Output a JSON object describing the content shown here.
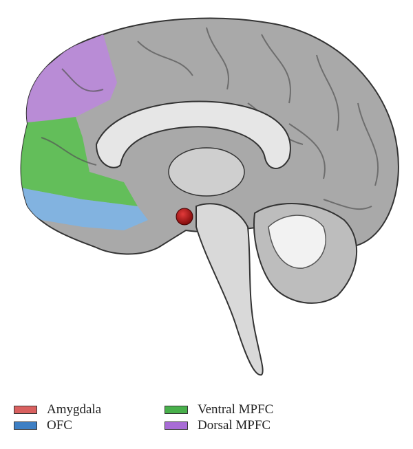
{
  "figure": {
    "regions": [
      {
        "name": "Amygdala",
        "color": "#d9605f"
      },
      {
        "name": "OFC",
        "color": "#3d7fc4"
      },
      {
        "name": "Ventral MPFC",
        "color": "#48b04b"
      },
      {
        "name": "Dorsal MPFC",
        "color": "#a86cd6"
      }
    ]
  }
}
